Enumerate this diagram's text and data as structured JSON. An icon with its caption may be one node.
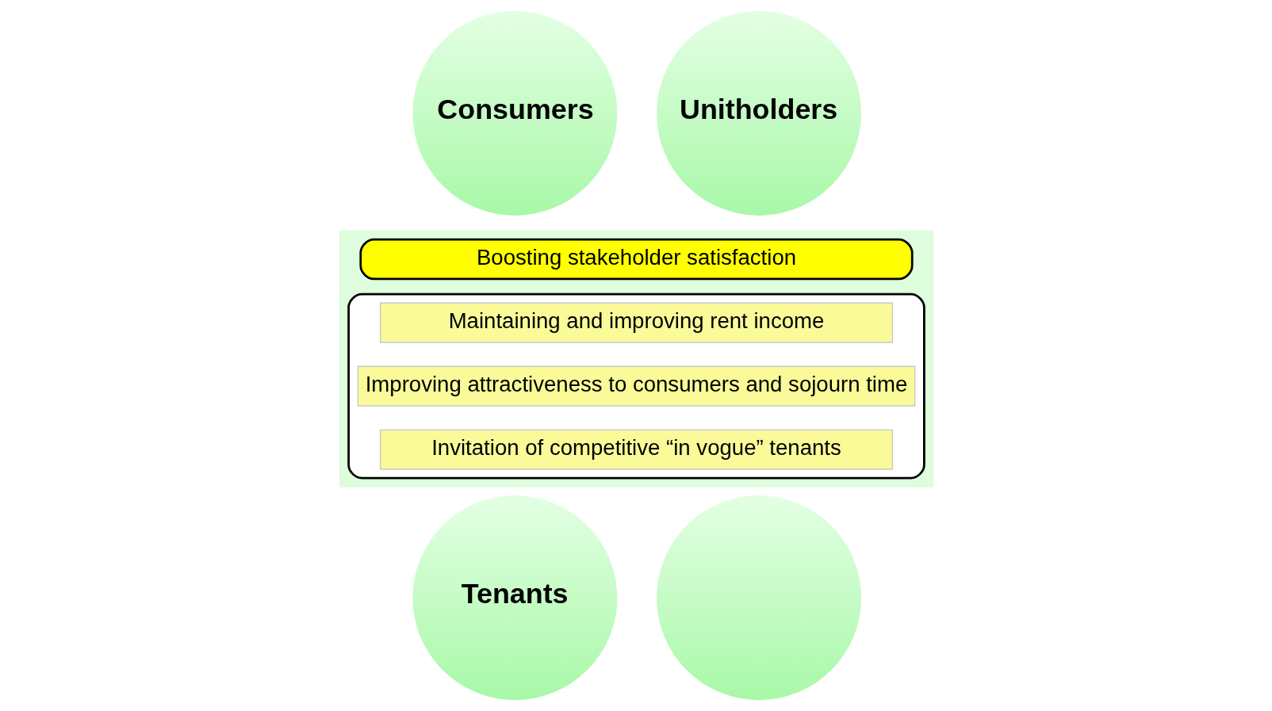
{
  "diagram": {
    "nodes": [
      {
        "text": [
          "Consumers"
        ]
      },
      {
        "text": [
          "Unitholders"
        ]
      },
      {
        "text": [],
        "shape": "box"
      },
      {
        "text": [
          "Boosting stakeholder satisfaction"
        ],
        "in": 2
      },
      {
        "text": [],
        "shape": "box",
        "in": 2
      },
      {
        "text": [
          "Maintaining and improving rent income"
        ],
        "in": 4
      },
      {
        "text": [
          "Improving attractiveness to consumers and sojourn time"
        ],
        "in": 4
      },
      {
        "text": [
          "Invitation of competitive “in vogue” tenants"
        ],
        "in": 4
      },
      {
        "text": [
          "Tenants"
        ]
      },
      {
        "text": [],
        "shape": "circle"
      }
    ],
    "edges": []
  }
}
